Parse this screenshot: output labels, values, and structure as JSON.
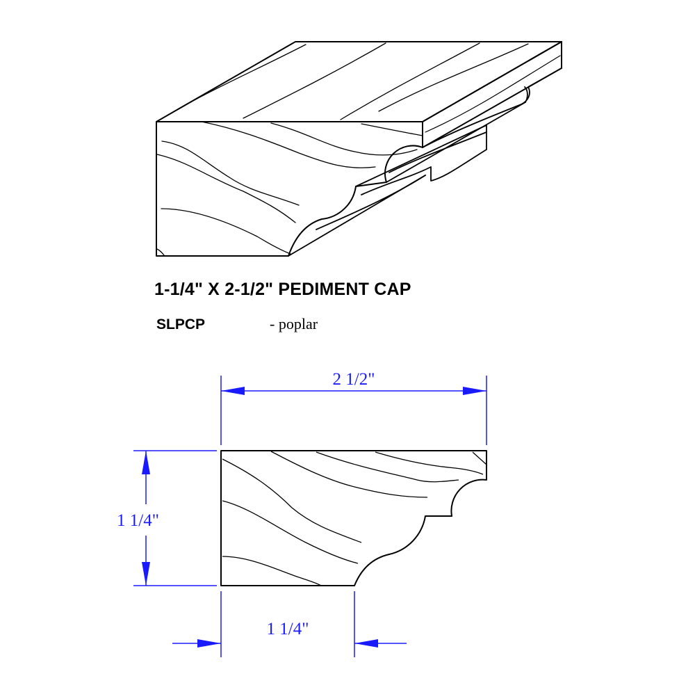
{
  "product": {
    "title": "1-1/4\" X 2-1/2\" PEDIMENT CAP",
    "code": "SLPCP",
    "material": "- poplar"
  },
  "dimensions": {
    "width": "2 1/2\"",
    "height": "1 1/4\"",
    "bottom_width": "1 1/4\""
  },
  "colors": {
    "outline": "#000000",
    "dimension": "#1a1aff",
    "background": "#ffffff"
  }
}
